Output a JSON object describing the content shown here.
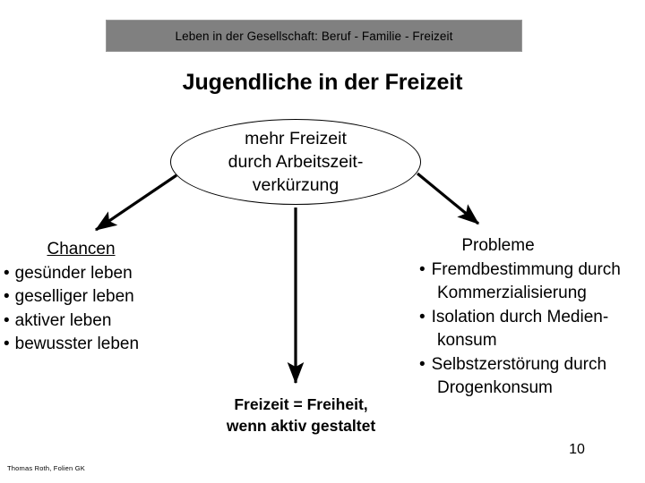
{
  "header": {
    "banner_text": "Leben in der Gesellschaft: Beruf  - Familie - Freizeit",
    "banner_color": "#808080"
  },
  "title": "Jugendliche in der Freizeit",
  "central_node": {
    "shape": "ellipse",
    "lines": [
      "mehr Freizeit",
      "durch Arbeitszeit-",
      "verkürzung"
    ]
  },
  "left_column": {
    "heading": "Chancen",
    "heading_underlined": true,
    "bullet_glyph": "•",
    "items": [
      "gesünder leben",
      "geselliger leben",
      "aktiver leben",
      "bewusster leben"
    ]
  },
  "right_column": {
    "heading": "Probleme",
    "heading_underlined": false,
    "bullet_glyph": "•",
    "items": [
      {
        "line1": "Fremdbestimmung durch",
        "line2": "Kommerzialisierung"
      },
      {
        "line1": "Isolation durch Medien-",
        "line2": "konsum"
      },
      {
        "line1": "Selbstzerstörung durch",
        "line2": "Drogenkonsum"
      }
    ]
  },
  "conclusion": {
    "line1": "Freizeit = Freiheit,",
    "line2": "wenn aktiv gestaltet"
  },
  "page_number": "10",
  "footer_credit": "Thomas Roth, Folien GK",
  "arrows": [
    {
      "name": "arrow-to-chancen",
      "direction": "down-left"
    },
    {
      "name": "arrow-to-probleme",
      "direction": "down-right"
    },
    {
      "name": "arrow-to-conclusion",
      "direction": "down"
    }
  ]
}
